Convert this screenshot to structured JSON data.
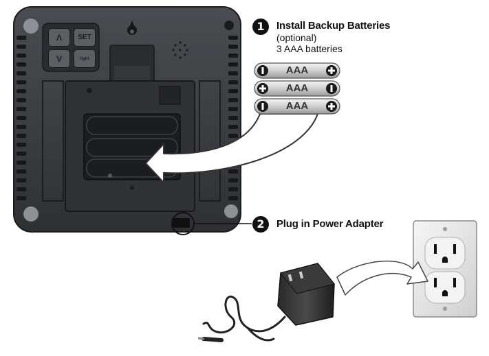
{
  "steps": [
    {
      "number": "1",
      "title": "Install Backup Batteries",
      "note": "(optional)",
      "detail": "3 AAA batteries"
    },
    {
      "number": "2",
      "title": "Plug in Power Adapter"
    }
  ],
  "device": {
    "buttons": [
      {
        "label": "Λ",
        "icon": "up-arrow-icon"
      },
      {
        "label": "SET"
      },
      {
        "label": "V",
        "icon": "down-arrow-icon"
      },
      {
        "label": "light",
        "icon": "light-icon"
      }
    ]
  },
  "batteries": [
    {
      "label": "AAA",
      "left_terminal": "minus",
      "right_terminal": "plus"
    },
    {
      "label": "AAA",
      "left_terminal": "plus",
      "right_terminal": "minus"
    },
    {
      "label": "AAA",
      "left_terminal": "minus",
      "right_terminal": "plus"
    }
  ],
  "colors": {
    "device_body": "#3b3d41",
    "device_dark": "#202225",
    "battery_body": "#d8d8d8",
    "arrow_fill": "#ffffff",
    "outlet_plate": "#e6e6e6"
  }
}
